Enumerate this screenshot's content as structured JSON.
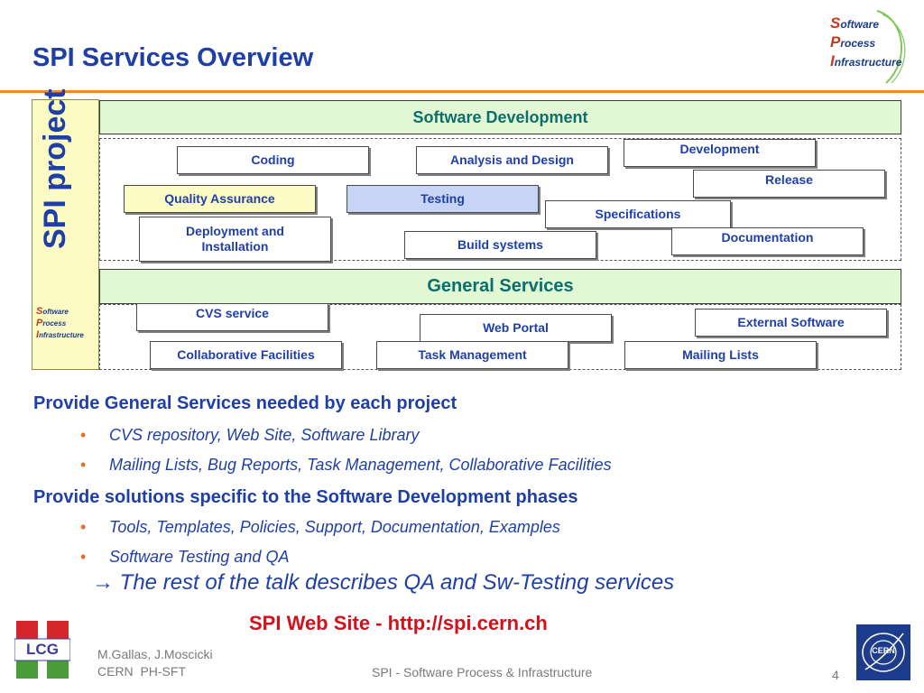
{
  "title": "SPI Services Overview",
  "logo": {
    "s": "S",
    "s_rest": "oftware",
    "p": "P",
    "p_rest": "rocess",
    "i": "I",
    "i_rest": "nfrastructure"
  },
  "sidebar_label": "SPI project",
  "software_development": {
    "header": "Software Development",
    "items": {
      "coding": "Coding",
      "analysis": "Analysis and Design",
      "development": "Development",
      "release": "Release",
      "qa": "Quality Assurance",
      "testing": "Testing",
      "specifications": "Specifications",
      "deployment": "Deployment and Installation",
      "build": "Build systems",
      "documentation": "Documentation"
    }
  },
  "general_services": {
    "header": "General Services",
    "items": {
      "cvs": "CVS service",
      "portal": "Web Portal",
      "external": "External Software",
      "collab": "Collaborative Facilities",
      "task": "Task Management",
      "mailing": "Mailing Lists"
    }
  },
  "body": {
    "heading1": "Provide General Services needed by each project",
    "bullets1": [
      "CVS repository, Web Site, Software Library",
      "Mailing Lists, Bug Reports, Task Management, Collaborative Facilities"
    ],
    "heading2": "Provide solutions specific to the Software Development phases",
    "bullets2": [
      "Tools, Templates, Policies, Support, Documentation, Examples",
      "Software Testing and QA"
    ],
    "bullet_marker": "•",
    "rest_arrow": "→",
    "rest": "The rest of the talk describes QA and Sw-Testing services",
    "web": "SPI Web Site - http://spi.cern.ch"
  },
  "footer": {
    "authors": "M.Gallas, J.Moscicki",
    "org": "CERN  PH-SFT",
    "center": "SPI - Software Process & Infrastructure",
    "page": "4",
    "lcg": "LCG",
    "cern": "CERN"
  },
  "colors": {
    "title": "#1f3fa8",
    "accent": "#f08a24",
    "header_bg": "#e2f7d4",
    "header_text": "#0b6f6b",
    "sidebar": "#fbfbc3",
    "testing": "#c8d4f5",
    "web": "#d4101b"
  }
}
